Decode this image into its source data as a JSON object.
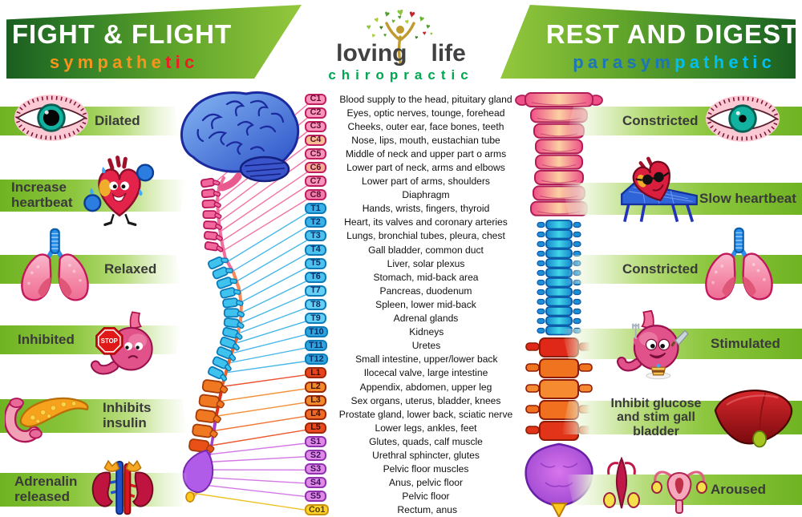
{
  "header": {
    "left": {
      "title": "FIGHT & FLIGHT",
      "subtitle": "sympathetic",
      "subtitle_split": 8,
      "subtitle_color_a": "#f7941d",
      "subtitle_color_b": "#ed1c24"
    },
    "right": {
      "title": "REST AND DIGEST",
      "subtitle": "parasympathetic",
      "subtitle_split": 7,
      "subtitle_color_a": "#1b75bb",
      "subtitle_color_b": "#00bff3"
    },
    "logo": {
      "word1": "loving",
      "word2": "life",
      "tagline": "chiropractic",
      "tagline_color": "#00a651"
    }
  },
  "labels_misc": {
    "stop_sign": "STOP"
  },
  "colors": {
    "ribbon_green": "#8cc63e",
    "header_green_dark": "#1b5e20",
    "logo_green": "#00a651",
    "brain_blue": "#2b50c8",
    "cervical_pink": "#f2679c",
    "thoracic_cyan": "#3fc3ee",
    "lumbar_orange": "#f07820",
    "sacral_purple": "#b05ce8",
    "coccyx_yellow": "#ffc81e"
  },
  "sympathetic_effects": [
    {
      "label": "Dilated",
      "icon": "dilated-eye-icon",
      "icon_side": "left"
    },
    {
      "label": "Increase heartbeat",
      "icon": "boxing-heart-icon",
      "icon_side": "right"
    },
    {
      "label": "Relaxed",
      "icon": "lungs-icon",
      "icon_side": "left"
    },
    {
      "label": "Inhibited",
      "icon": "stomach-stop-icon",
      "icon_side": "right"
    },
    {
      "label": "Inhibits insulin",
      "icon": "pancreas-icon",
      "icon_side": "left"
    },
    {
      "label": "Adrenalin released",
      "icon": "kidneys-icon",
      "icon_side": "right"
    }
  ],
  "parasympathetic_effects": [
    {
      "label": "Constricted",
      "icon": "constricted-eye-icon",
      "icon_side": "right"
    },
    {
      "label": "Slow heartbeat",
      "icon": "resting-heart-icon",
      "icon_side": "left"
    },
    {
      "label": "Constricted",
      "icon": "lungs-icon",
      "icon_side": "right"
    },
    {
      "label": "Stimulated",
      "icon": "stomach-eating-icon",
      "icon_side": "left"
    },
    {
      "label": "Inhibit glucose and stim gall bladder",
      "icon": "liver-icon",
      "icon_side": "right"
    },
    {
      "label": "Aroused",
      "icon": "reproductive-organs-icon",
      "icon_side": "left"
    }
  ],
  "spine_sections": {
    "cervical": {
      "badge_bg": "#f995bd",
      "badge_border": "#c21d5e",
      "badge_text": "#5d0d2a",
      "line": "#f0679c"
    },
    "thoracic": {
      "badge_bg": "#4cc2ef",
      "badge_border": "#0e7bb8",
      "badge_text": "#0d2d66",
      "line": "#38b2e8"
    },
    "lumbar": {
      "badge_bg": "#f28a2c",
      "badge_border": "#9c2a08",
      "badge_text": "#431003",
      "line": "#f07820"
    },
    "sacral": {
      "badge_bg": "#e08ae8",
      "badge_border": "#9031b0",
      "badge_text": "#3f0a5c",
      "line": "#cf6ee4"
    },
    "coccygeal": {
      "badge_bg": "#ffd42a",
      "badge_border": "#c9930e",
      "badge_text": "#4f3a02",
      "line": "#edbd12"
    }
  },
  "spine_levels": [
    {
      "id": "C1",
      "section": "cervical",
      "text": "Blood supply to the head, pituitary gland"
    },
    {
      "id": "C2",
      "section": "cervical",
      "text": "Eyes, optic nerves, tounge, forehead"
    },
    {
      "id": "C3",
      "section": "cervical",
      "text": "Cheeks, outer ear, face bones, teeth"
    },
    {
      "id": "C4",
      "section": "cervical",
      "bg": "#f9bd93",
      "text": "Nose, lips, mouth, eustachian tube"
    },
    {
      "id": "C5",
      "section": "cervical",
      "text": "Middle of neck and upper part o arms"
    },
    {
      "id": "C6",
      "section": "cervical",
      "bg": "#f8ab96",
      "text": "Lower part of neck, arms and elbows"
    },
    {
      "id": "C7",
      "section": "cervical",
      "text": "Lower part of arms, shoulders"
    },
    {
      "id": "C8",
      "section": "cervical",
      "bg": "#f07cab",
      "text": "Diaphragm"
    },
    {
      "id": "T1",
      "section": "thoracic",
      "bg": "#38b2e9",
      "text": "Hands, wrists, fingers, thyroid"
    },
    {
      "id": "T2",
      "section": "thoracic",
      "bg": "#38b2e9",
      "text": "Heart, its valves and coronary arteries"
    },
    {
      "id": "T3",
      "section": "thoracic",
      "text": "Lungs, bronchial tubes, pleura, chest"
    },
    {
      "id": "T4",
      "section": "thoracic",
      "text": "Gall bladder, common duct"
    },
    {
      "id": "T5",
      "section": "thoracic",
      "text": "Liver, solar plexus"
    },
    {
      "id": "T6",
      "section": "thoracic",
      "text": "Stomach, mid-back area"
    },
    {
      "id": "T7",
      "section": "thoracic",
      "bg": "#63d0f4",
      "text": "Pancreas, duodenum"
    },
    {
      "id": "T8",
      "section": "thoracic",
      "bg": "#63d0f4",
      "text": "Spleen, lower mid-back"
    },
    {
      "id": "T9",
      "section": "thoracic",
      "bg": "#63d0f4",
      "text": "Adrenal glands"
    },
    {
      "id": "T10",
      "section": "thoracic",
      "bg": "#2da4de",
      "text": "Kidneys"
    },
    {
      "id": "T11",
      "section": "thoracic",
      "bg": "#2da4de",
      "text": "Uretes"
    },
    {
      "id": "T12",
      "section": "thoracic",
      "bg": "#2da4de",
      "text": "Small intestine, upper/lower back"
    },
    {
      "id": "L1",
      "section": "lumbar",
      "bg": "#e8431f",
      "line_color": "#e8431f",
      "text": "Ilocecal valve, large intestine"
    },
    {
      "id": "L2",
      "section": "lumbar",
      "bg": "#f28a2c",
      "line_color": "#f28a2c",
      "text": "Appendix, abdomen, upper leg"
    },
    {
      "id": "L3",
      "section": "lumbar",
      "bg": "#f28a2c",
      "line_color": "#f28a2c",
      "text": "Sex organs, uterus, bladder, knees"
    },
    {
      "id": "L4",
      "section": "lumbar",
      "bg": "#ef6a24",
      "line_color": "#ef6a24",
      "text": "Prostate gland, lower back, sciatic nerve"
    },
    {
      "id": "L5",
      "section": "lumbar",
      "bg": "#ea4a1e",
      "line_color": "#ea4a1e",
      "text": "Lower legs, ankles, feet"
    },
    {
      "id": "S1",
      "section": "sacral",
      "text": "Glutes, quads, calf muscle"
    },
    {
      "id": "S2",
      "section": "sacral",
      "text": "Urethral sphincter, glutes"
    },
    {
      "id": "S3",
      "section": "sacral",
      "text": "Pelvic floor muscles"
    },
    {
      "id": "S4",
      "section": "sacral",
      "text": "Anus, pelvic floor"
    },
    {
      "id": "S5",
      "section": "sacral",
      "text": "Pelvic floor"
    },
    {
      "id": "Co1",
      "section": "coccygeal",
      "text": "Rectum, anus"
    }
  ]
}
